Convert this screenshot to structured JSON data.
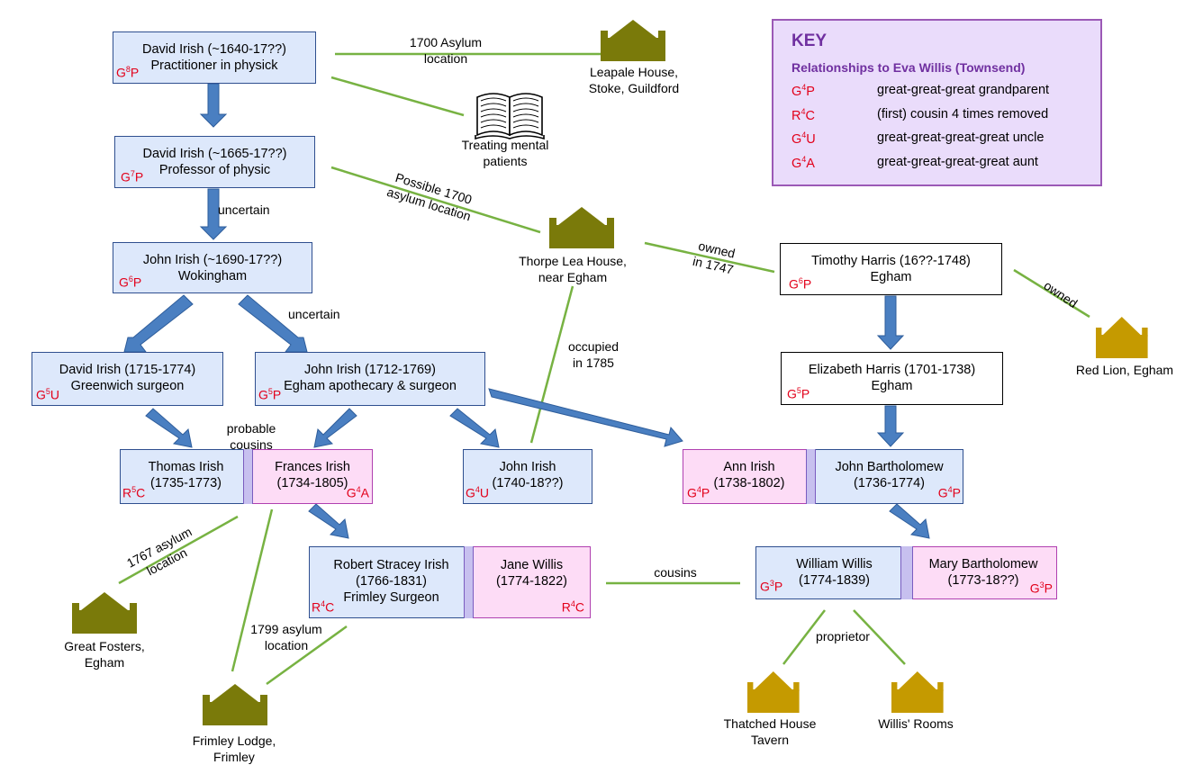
{
  "colors": {
    "blue_box": "#dde8fb",
    "pink_box": "#fddcf6",
    "arrow": "#4a7fc1",
    "line": "#77b242",
    "olive_building": "#7a7a0a",
    "gold_building": "#c59a00",
    "relationship_code": "#e2001a",
    "key_text": "#7030a0"
  },
  "key": {
    "title": "KEY",
    "subtitle": "Relationships to Eva Willis (Townsend)",
    "rows": [
      {
        "base": "G",
        "sup": "4",
        "end": "P",
        "desc": "great-great-great grandparent"
      },
      {
        "base": "R",
        "sup": "4",
        "end": "C",
        "desc": "(first) cousin 4 times removed"
      },
      {
        "base": "G",
        "sup": "4",
        "end": "U",
        "desc": "great-great-great-great uncle"
      },
      {
        "base": "G",
        "sup": "4",
        "end": "A",
        "desc": "great-great-great-great aunt"
      }
    ]
  },
  "people": {
    "david1": {
      "name": "David Irish (~1640-17??)",
      "role": "Practitioner in physick",
      "rel": {
        "base": "G",
        "sup": "8",
        "end": "P"
      }
    },
    "david2": {
      "name": "David Irish (~1665-17??)",
      "role": "Professor of physic",
      "rel": {
        "base": "G",
        "sup": "7",
        "end": "P"
      }
    },
    "john1": {
      "name": "John Irish (~1690-17??)",
      "role": "Wokingham",
      "rel": {
        "base": "G",
        "sup": "6",
        "end": "P"
      }
    },
    "david3": {
      "name": "David Irish (1715-1774)",
      "role": "Greenwich surgeon",
      "rel": {
        "base": "G",
        "sup": "5",
        "end": "U"
      }
    },
    "john2": {
      "name": "John Irish (1712-1769)",
      "role": "Egham apothecary & surgeon",
      "rel": {
        "base": "G",
        "sup": "5",
        "end": "P"
      }
    },
    "timothy": {
      "name": "Timothy Harris (16??-1748)",
      "role": "Egham",
      "rel": {
        "base": "G",
        "sup": "6",
        "end": "P"
      }
    },
    "elizabeth": {
      "name": "Elizabeth Harris (1701-1738)",
      "role": "Egham",
      "rel": {
        "base": "G",
        "sup": "5",
        "end": "P"
      }
    },
    "thomas": {
      "name": "Thomas Irish",
      "role": "(1735-1773)",
      "rel": {
        "base": "R",
        "sup": "5",
        "end": "C"
      }
    },
    "frances": {
      "name": "Frances Irish",
      "role": "(1734-1805)",
      "rel": {
        "base": "G",
        "sup": "4",
        "end": "A"
      }
    },
    "john3": {
      "name": "John Irish",
      "role": "(1740-18??)",
      "rel": {
        "base": "G",
        "sup": "4",
        "end": "U"
      }
    },
    "ann": {
      "name": "Ann Irish",
      "role": "(1738-1802)",
      "rel": {
        "base": "G",
        "sup": "4",
        "end": "P"
      }
    },
    "johnb": {
      "name": "John Bartholomew",
      "role": "(1736-1774)",
      "rel": {
        "base": "G",
        "sup": "4",
        "end": "P"
      }
    },
    "robert": {
      "name": "Robert Stracey Irish",
      "role": "(1766-1831)",
      "role2": "Frimley Surgeon",
      "rel": {
        "base": "R",
        "sup": "4",
        "end": "C"
      }
    },
    "jane": {
      "name": "Jane Willis",
      "role": "(1774-1822)",
      "rel": {
        "base": "R",
        "sup": "4",
        "end": "C"
      }
    },
    "william": {
      "name": "William Willis",
      "role": "(1774-1839)",
      "rel": {
        "base": "G",
        "sup": "3",
        "end": "P"
      }
    },
    "mary": {
      "name": "Mary Bartholomew",
      "role": "(1773-18??)",
      "rel": {
        "base": "G",
        "sup": "3",
        "end": "P"
      }
    }
  },
  "places": {
    "leapale": "Leapale House,\nStoke, Guildford",
    "book": "Treating mental\npatients",
    "thorpe": "Thorpe Lea House,\nnear Egham",
    "redlion": "Red Lion, Egham",
    "fosters": "Great Fosters,\nEgham",
    "frimley": "Frimley Lodge,\nFrimley",
    "thatched": "Thatched House\nTavern",
    "willisrooms": "Willis' Rooms"
  },
  "labels": {
    "asylum1700": "1700 Asylum\nlocation",
    "possible1700": "Possible 1700\nasylum location",
    "owned1747": "owned\nin 1747",
    "owned": "owned",
    "uncertain1": "uncertain",
    "uncertain2": "uncertain",
    "occupied": "occupied\nin 1785",
    "probable": "probable\ncousins",
    "asylum1767": "1767 asylum\nlocation",
    "asylum1799": "1799 asylum\nlocation",
    "cousins": "cousins",
    "proprietor": "proprietor"
  }
}
